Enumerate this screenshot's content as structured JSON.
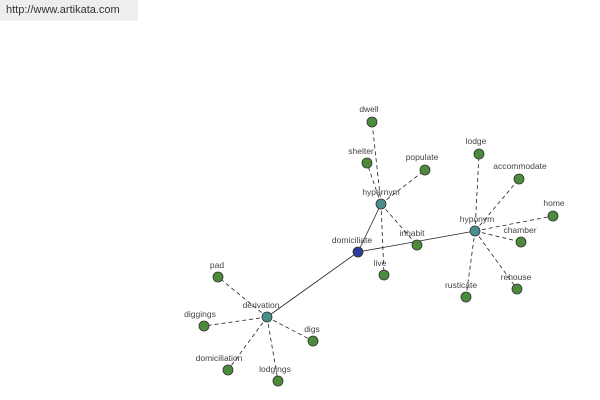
{
  "source": {
    "url_text": "http://www.artikata.com"
  },
  "colors": {
    "center": "#2c3e9a",
    "relation": "#4a8e8e",
    "leaf": "#4c8a3c",
    "outline": "#333333",
    "edge": "#222222",
    "label": "#444444"
  },
  "graph": {
    "center": {
      "id": "domiciliate",
      "label": "domiciliate"
    },
    "relations": [
      {
        "id": "hypernym",
        "label": "hypernym"
      },
      {
        "id": "hyponym",
        "label": "hyponym"
      },
      {
        "id": "derivation",
        "label": "derivation"
      }
    ],
    "leaves": [
      {
        "id": "dwell",
        "label": "dwell",
        "parent": "hypernym"
      },
      {
        "id": "shelter",
        "label": "shelter",
        "parent": "hypernym"
      },
      {
        "id": "populate",
        "label": "populate",
        "parent": "hypernym"
      },
      {
        "id": "inhabit",
        "label": "inhabit",
        "parent": "hypernym"
      },
      {
        "id": "live",
        "label": "live",
        "parent": "hypernym"
      },
      {
        "id": "lodge",
        "label": "lodge",
        "parent": "hyponym"
      },
      {
        "id": "accommodate",
        "label": "accommodate",
        "parent": "hyponym"
      },
      {
        "id": "home",
        "label": "home",
        "parent": "hyponym"
      },
      {
        "id": "chamber",
        "label": "chamber",
        "parent": "hyponym"
      },
      {
        "id": "rehouse",
        "label": "rehouse",
        "parent": "hyponym"
      },
      {
        "id": "rusticate",
        "label": "rusticate",
        "parent": "hyponym"
      },
      {
        "id": "pad",
        "label": "pad",
        "parent": "derivation"
      },
      {
        "id": "diggings",
        "label": "diggings",
        "parent": "derivation"
      },
      {
        "id": "digs",
        "label": "digs",
        "parent": "derivation"
      },
      {
        "id": "domiciliation",
        "label": "domiciliation",
        "parent": "derivation"
      },
      {
        "id": "lodgings",
        "label": "lodgings",
        "parent": "derivation"
      }
    ]
  }
}
